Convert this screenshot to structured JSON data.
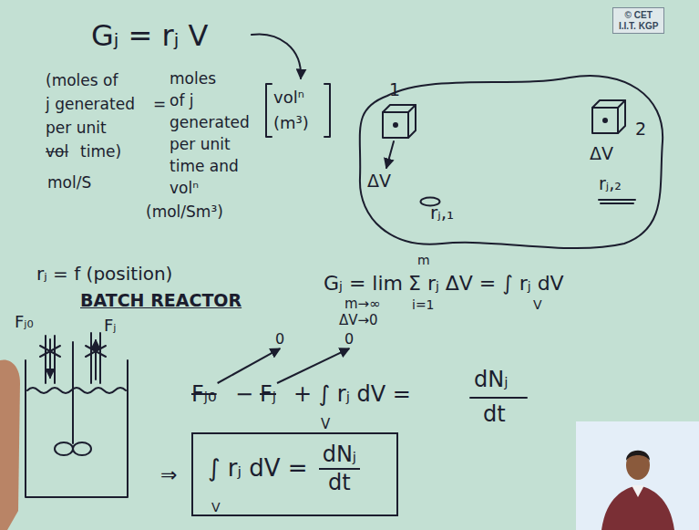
{
  "diagram": {
    "nodes": [
      {
        "text": [
          "© CET",
          "I.I.T. KGP"
        ]
      },
      {
        "text": [
          "1",
          "ΔV",
          "2",
          "ΔV",
          "rⱼ,₂"
        ]
      },
      {
        "text": [
          "rⱼ,₁"
        ],
        "in": 1
      },
      {
        "text": [
          "∫ rⱼ dV =",
          "dNⱼ",
          "dt",
          "V"
        ]
      }
    ],
    "labels": [
      "Gⱼ = rⱼ V",
      "(moles of",
      "j generated",
      "=",
      "per unit",
      "vol",
      "time)",
      "mol/S",
      "moles",
      "of j",
      "generated",
      "per unit",
      "time and",
      "volⁿ",
      "(mol/Sm³)",
      "volⁿ",
      "(m³)",
      "rⱼ = f (position)",
      "BATCH REACTOR",
      "Fⱼ₀",
      "Fⱼ",
      "Gⱼ = lim",
      "m→∞",
      "ΔV→0",
      "m",
      "Σ rⱼ ΔV = ∫ rⱼ dV",
      "i=1",
      "V",
      "0",
      "0",
      "Fⱼ₀",
      "−",
      "Fⱼ",
      "+ ∫ rⱼ dV =",
      "dNⱼ",
      "dt",
      "V",
      "⇒"
    ]
  }
}
